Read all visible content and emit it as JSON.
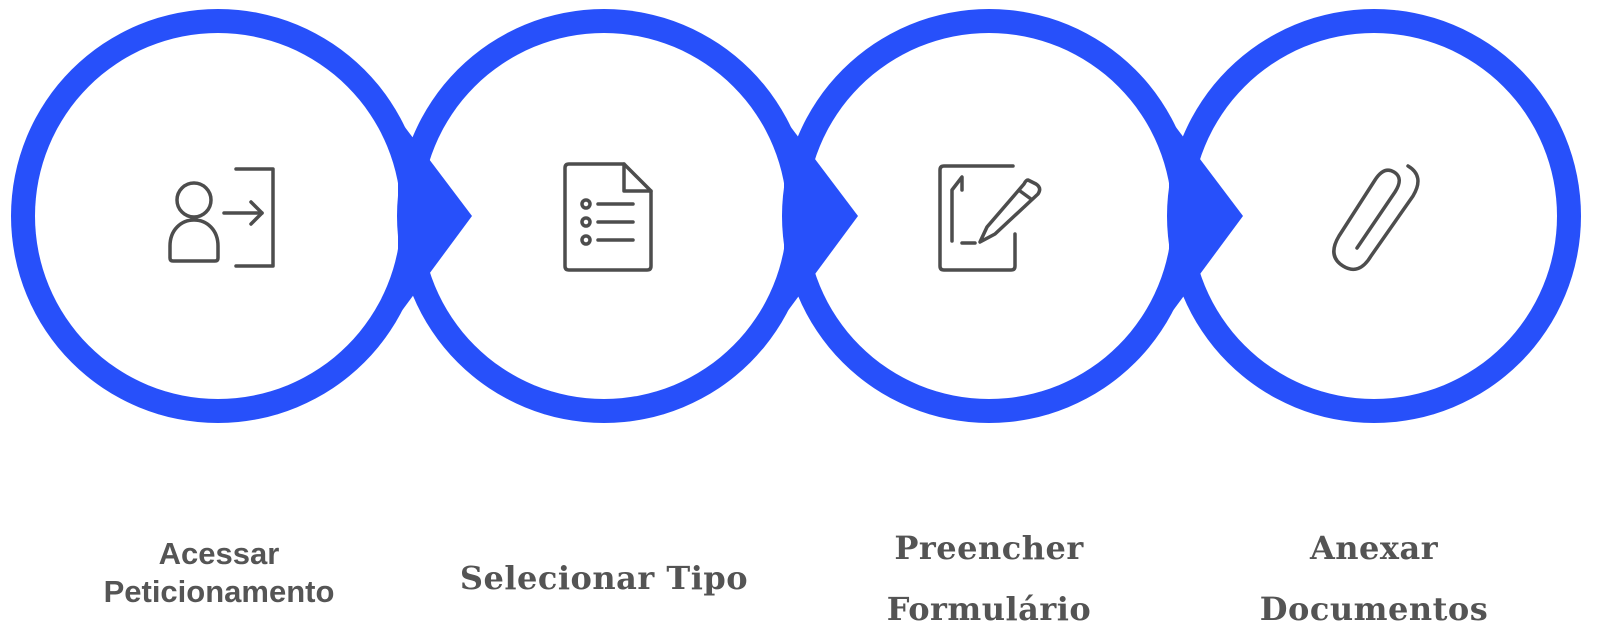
{
  "diagram": {
    "accent_color": "#2750fa",
    "ring_fill": "#ffffff",
    "icon_color": "#4d4d4d",
    "steps": [
      {
        "label": "Acessar Peticionamento",
        "icon": "user-login-icon"
      },
      {
        "label": "Selecionar Tipo",
        "icon": "list-document-icon"
      },
      {
        "label": "Preencher Formulário",
        "icon": "edit-form-icon"
      },
      {
        "label": "Anexar Documentos",
        "icon": "paperclip-icon"
      }
    ]
  }
}
